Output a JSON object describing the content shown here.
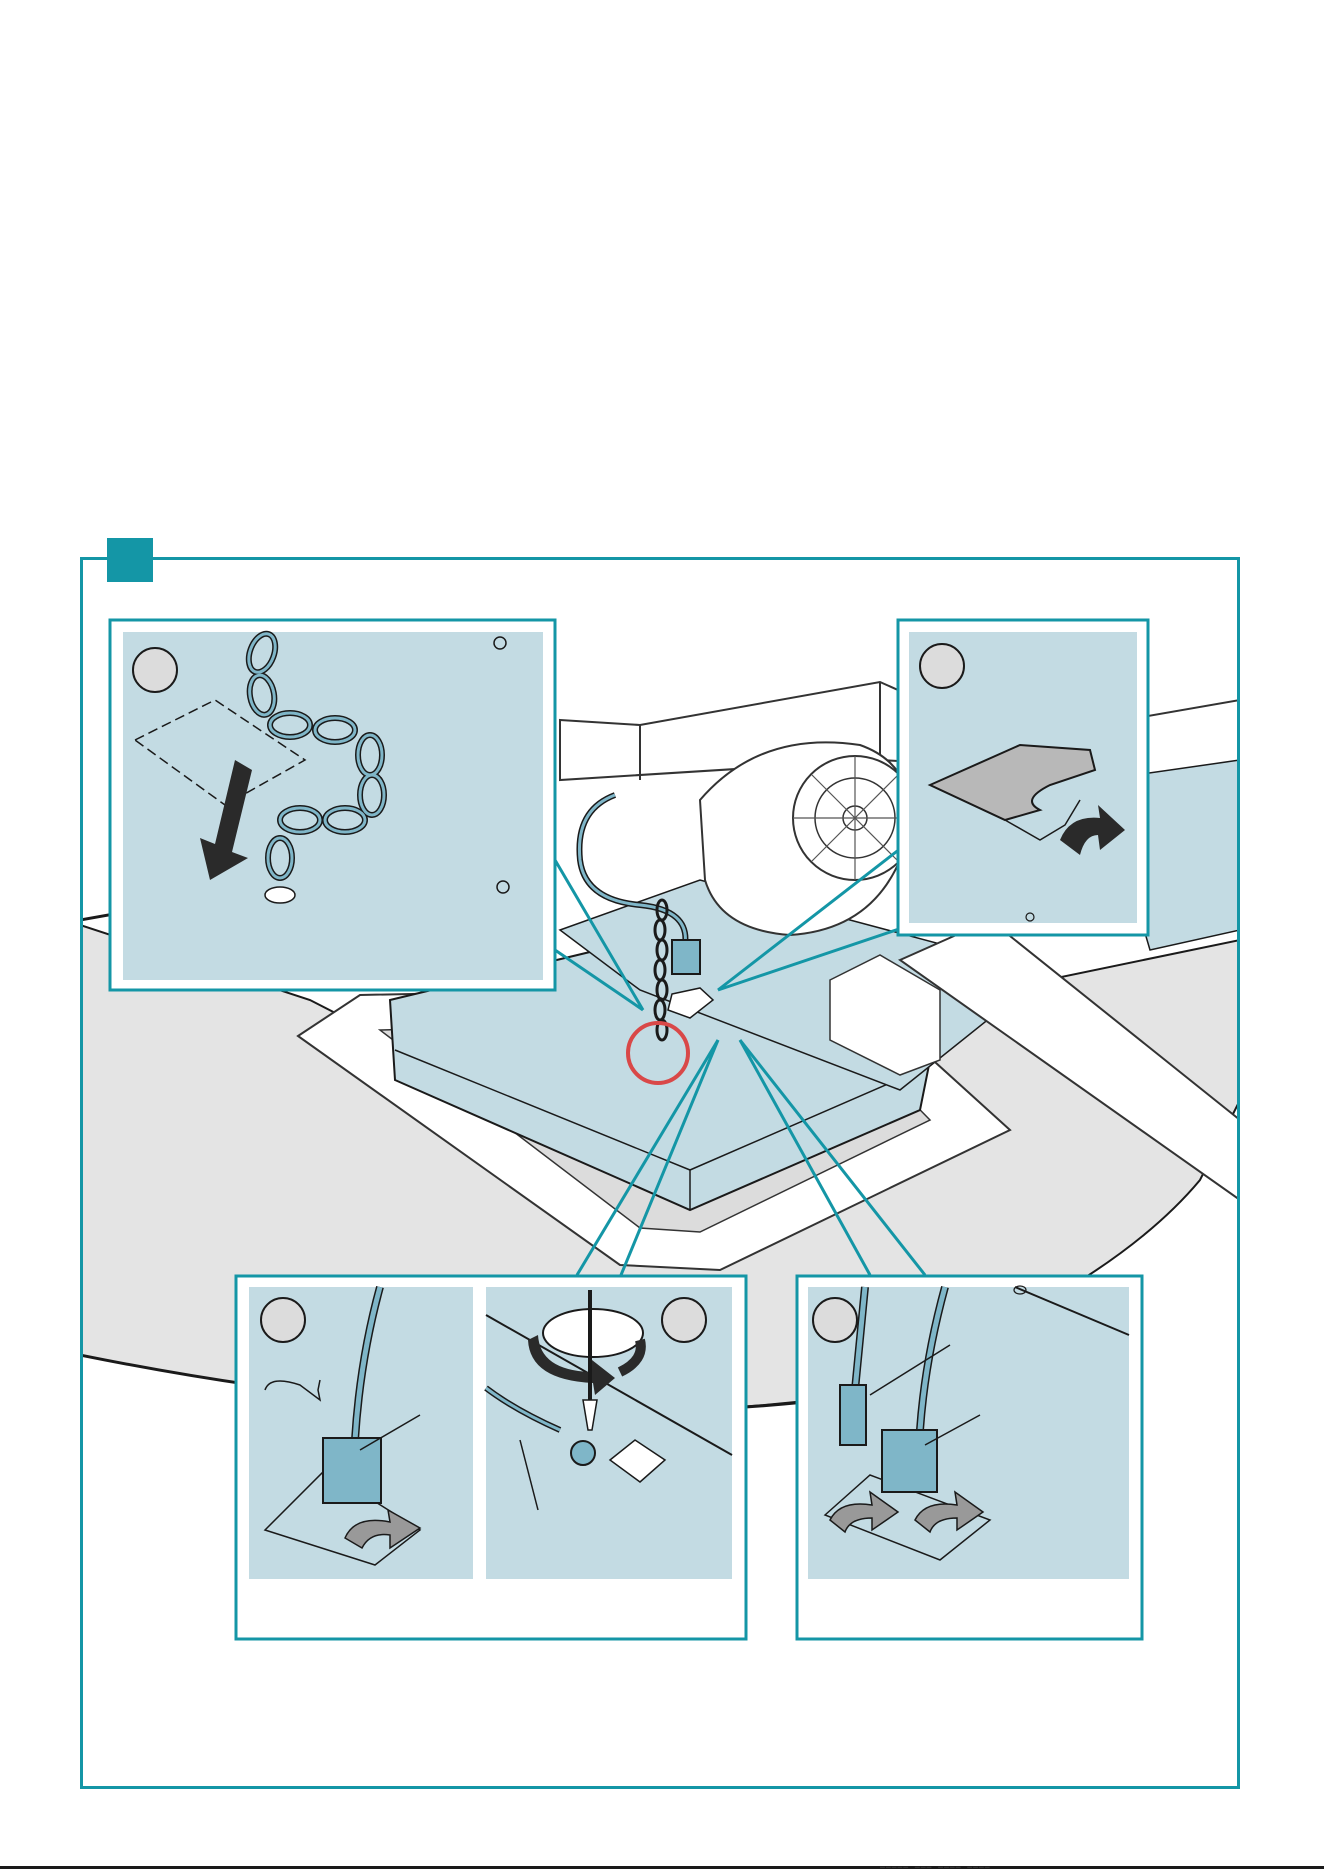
{
  "figure": {
    "description_visible_text": [],
    "accent_color": "#1496a6",
    "panel_fill": "#c3dbe3",
    "connector_color": "#7fb6c8",
    "highlight_circle_color": "#d94848",
    "arrow_color": "#2a2a2a",
    "steps": [
      {
        "id": "a",
        "number_label": ""
      },
      {
        "id": "b",
        "number_label": ""
      },
      {
        "id": "c",
        "number_label": ""
      },
      {
        "id": "d",
        "number_label": ""
      },
      {
        "id": "e",
        "number_label": ""
      }
    ]
  },
  "footer": {
    "marks": "▁▁▁▁▁ ▁▁▁ ▁▁▁▁   ▁▁▁▁"
  }
}
